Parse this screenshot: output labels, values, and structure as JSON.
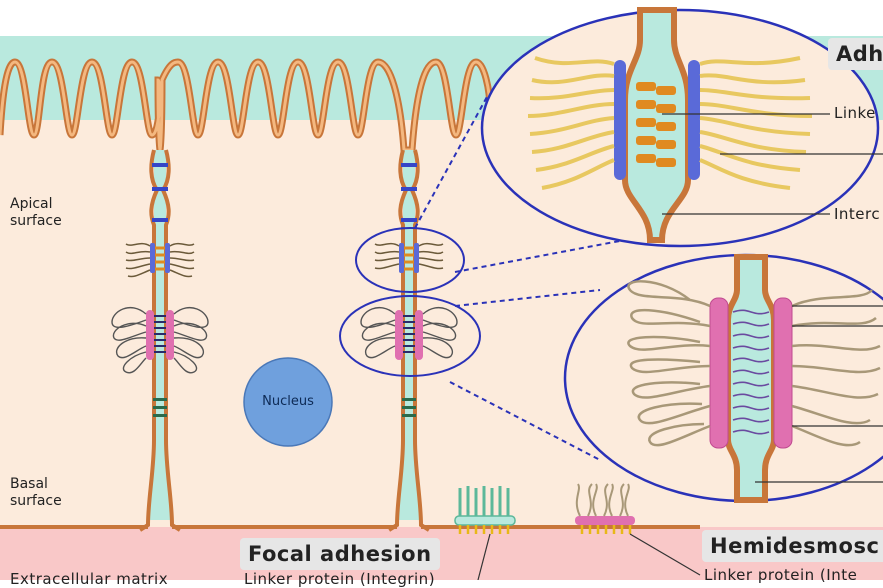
{
  "labels": {
    "apical": "Apical\nsurface",
    "basal": "Basal\nsurface",
    "nucleus": "Nucleus",
    "focal_adhesion": "Focal adhesion",
    "hemidesmosome": "Hemidesmosc",
    "adherens": "Adh",
    "extracellular_matrix": "Extracellular matrix",
    "linker_top": "Linke",
    "intercellular": "Interc",
    "linker_bottom": "Linker protein (Inte",
    "focal_sub": "Linker protein (Integrin)"
  },
  "colors": {
    "apical_fluid": "#b9e9de",
    "cytoplasm": "#fcebdc",
    "ecm": "#f9c8c8",
    "membrane": "#f0a060",
    "membrane_stroke": "#c8763a",
    "intercellular_space": "#b9e9de",
    "tight_junction": "#3545c8",
    "adherens_plaque": "#5a6ad8",
    "cadherin": "#e08a20",
    "actin": "#e8c860",
    "desmosome_plaque": "#e070b0",
    "desmoglein": "#6a4aa0",
    "keratin": "#d8c8a8",
    "gap_junction": "#2a6a4a",
    "nucleus_fill": "#6fa0dd",
    "zoom_outline": "#2a32b8",
    "integrin": "#e8b818",
    "focal_actin": "#5cb89a"
  },
  "icons": [
    "nucleus-icon",
    "desmosome-icon",
    "adherens-junction-icon",
    "tight-junction-icon",
    "gap-junction-icon",
    "focal-adhesion-icon",
    "hemidesmosome-icon"
  ]
}
